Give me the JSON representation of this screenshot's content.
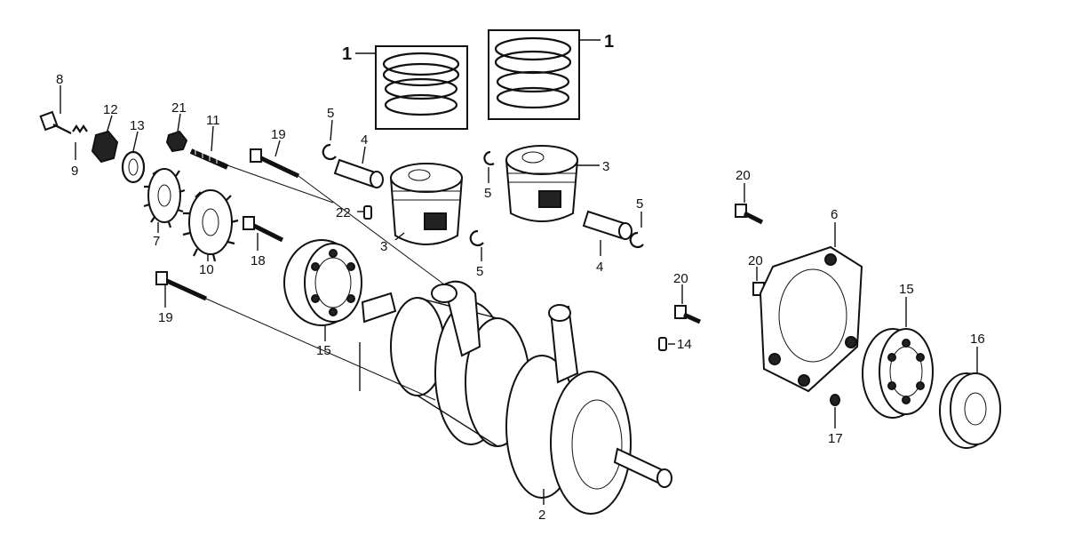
{
  "diagram": {
    "callouts": [
      {
        "id": "c1a",
        "label": "1"
      },
      {
        "id": "c1b",
        "label": "1"
      },
      {
        "id": "c2",
        "label": "2"
      },
      {
        "id": "c3a",
        "label": "3"
      },
      {
        "id": "c3b",
        "label": "3"
      },
      {
        "id": "c4a",
        "label": "4"
      },
      {
        "id": "c4b",
        "label": "4"
      },
      {
        "id": "c5a",
        "label": "5"
      },
      {
        "id": "c5b",
        "label": "5"
      },
      {
        "id": "c5c",
        "label": "5"
      },
      {
        "id": "c5d",
        "label": "5"
      },
      {
        "id": "c6",
        "label": "6"
      },
      {
        "id": "c7",
        "label": "7"
      },
      {
        "id": "c8",
        "label": "8"
      },
      {
        "id": "c9",
        "label": "9"
      },
      {
        "id": "c10",
        "label": "10"
      },
      {
        "id": "c11",
        "label": "11"
      },
      {
        "id": "c12",
        "label": "12"
      },
      {
        "id": "c13",
        "label": "13"
      },
      {
        "id": "c14",
        "label": "14"
      },
      {
        "id": "c15a",
        "label": "15"
      },
      {
        "id": "c15b",
        "label": "15"
      },
      {
        "id": "c16",
        "label": "16"
      },
      {
        "id": "c17",
        "label": "17"
      },
      {
        "id": "c18",
        "label": "18"
      },
      {
        "id": "c19a",
        "label": "19"
      },
      {
        "id": "c19b",
        "label": "19"
      },
      {
        "id": "c20a",
        "label": "20"
      },
      {
        "id": "c20b",
        "label": "20"
      },
      {
        "id": "c20c",
        "label": "20"
      },
      {
        "id": "c21",
        "label": "21"
      },
      {
        "id": "c22",
        "label": "22"
      }
    ]
  }
}
